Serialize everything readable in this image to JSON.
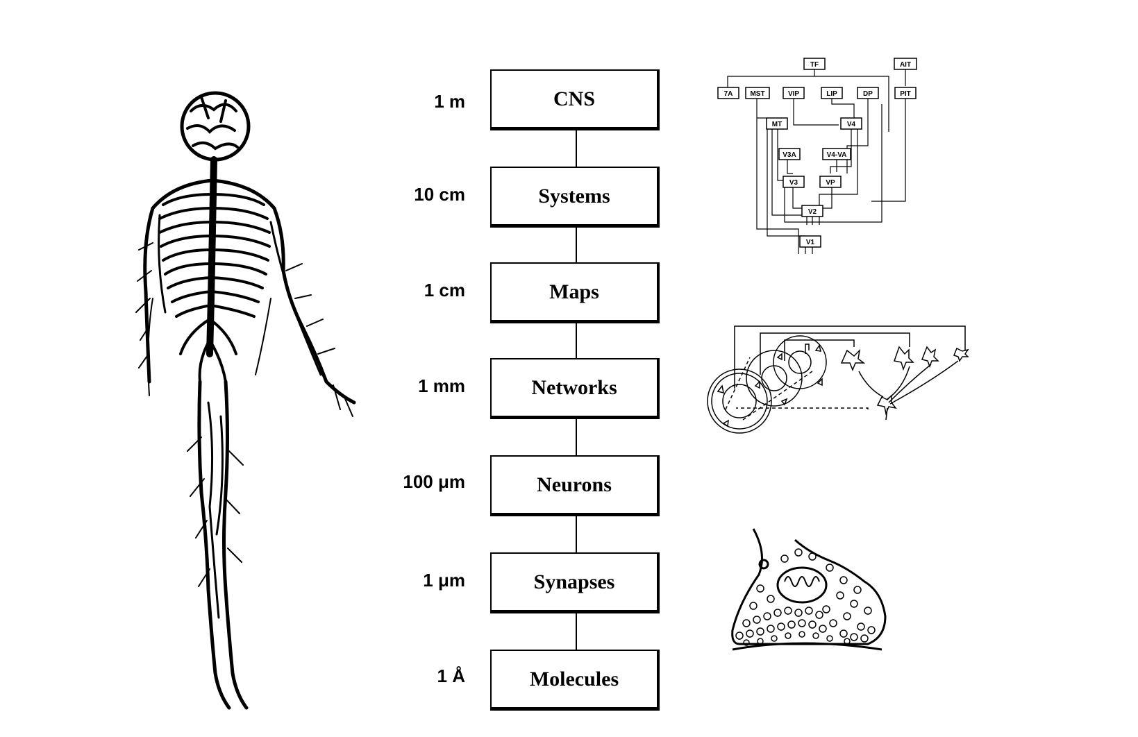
{
  "levels": [
    {
      "scale": "1 m",
      "name": "CNS"
    },
    {
      "scale": "10 cm",
      "name": "Systems"
    },
    {
      "scale": "1 cm",
      "name": "Maps"
    },
    {
      "scale": "1 mm",
      "name": "Networks"
    },
    {
      "scale": "100 μm",
      "name": "Neurons"
    },
    {
      "scale": "1 μm",
      "name": "Synapses"
    },
    {
      "scale": "1 Å",
      "name": "Molecules"
    }
  ],
  "visual_areas": {
    "TF": "TF",
    "AIT": "AIT",
    "7A": "7A",
    "MST": "MST",
    "VIP": "VIP",
    "LIP": "LIP",
    "DP": "DP",
    "PIT": "PIT",
    "MT": "MT",
    "V4": "V4",
    "V3A": "V3A",
    "V4VA": "V4-VA",
    "V3": "V3",
    "VP": "VP",
    "V2": "V2",
    "V1": "V1"
  },
  "icons": {
    "nervous_system": "human-nervous-system-icon",
    "network": "neural-network-icon",
    "synapse": "synapse-icon"
  }
}
